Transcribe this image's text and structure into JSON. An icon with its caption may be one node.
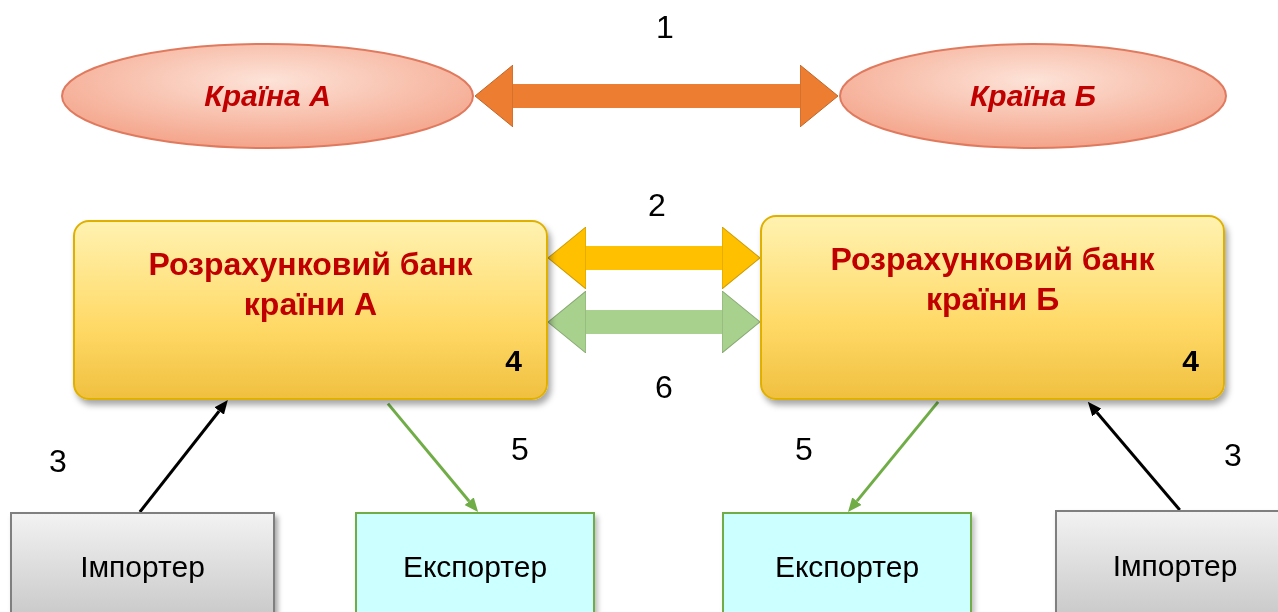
{
  "diagram": {
    "nodes": [
      {
        "text": [
          "Країна А"
        ]
      },
      {
        "text": [
          "Країна Б"
        ]
      },
      {
        "text": [
          "Розрахунковий банк країни А",
          "4"
        ]
      },
      {
        "text": [
          "Розрахунковий банк країни Б",
          "4"
        ]
      },
      {
        "text": [
          "Імпортер"
        ]
      },
      {
        "text": [
          "Експортер"
        ]
      },
      {
        "text": [
          "Експортер"
        ]
      },
      {
        "text": [
          "Імпортер"
        ]
      }
    ],
    "edges": [
      {
        "from": 0,
        "to": 1,
        "arrow": "both",
        "label": "1",
        "style": "thick",
        "color": "#ed7d31"
      },
      {
        "from": 2,
        "to": 3,
        "arrow": "both",
        "label": "2",
        "style": "thick",
        "color": "#ffc000"
      },
      {
        "from": 2,
        "to": 3,
        "arrow": "both",
        "label": "6",
        "style": "thick",
        "color": "#a9d18e"
      },
      {
        "from": 4,
        "to": 2,
        "arrow": "to",
        "label": "3",
        "color": "#000000"
      },
      {
        "from": 2,
        "to": 5,
        "arrow": "to",
        "label": "5",
        "color": "#70ad47"
      },
      {
        "from": 3,
        "to": 6,
        "arrow": "to",
        "label": "5",
        "color": "#70ad47"
      },
      {
        "from": 7,
        "to": 3,
        "arrow": "to",
        "label": "3",
        "color": "#000000"
      }
    ]
  }
}
